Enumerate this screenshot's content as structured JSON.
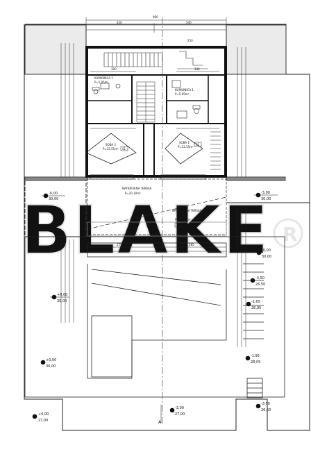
{
  "dimensions": {
    "top_total": "960",
    "top_sub1": "420",
    "top_sub2": "540",
    "stair_width": "250",
    "left_mid": "300",
    "right_mid": "340",
    "lower_left": "275",
    "lower_right": "285"
  },
  "rooms": {
    "bathroom_left": "KUPAONICA 1",
    "bathroom_right": "KUPAONICA 1",
    "room_left": "SOBA 2",
    "room_right": "SOBA 1",
    "room_area": "P=12,55m²",
    "bath_area": "P=5,05m²",
    "room_tag": "S1",
    "terrace_left": "NATKRIVENA TERASA",
    "terrace_right": "NATKRIVENA TERASA",
    "terrace_area": "P=20,10m²",
    "terrace_tag": "T1"
  },
  "elevations": {
    "e1_top": "-0,00",
    "e1_bottom": "30,00",
    "e2_top": "+0,00",
    "e2_bottom": "30,00",
    "e3_top": "+0,00",
    "e3_bottom": "30,00",
    "e4_top": "+0,00",
    "e4_bottom": "27,00",
    "e5_top": "-3,00",
    "e5_bottom": "27,00",
    "e6_top": "-3,00",
    "e6_bottom": "30,00",
    "e7_top": "-0,00",
    "e7_bottom": "30,00",
    "e8_top": "-3,50",
    "e8_bottom": "26,50",
    "e9_top": "-1,95",
    "e9_bottom": "28,05",
    "e10_top": "-1,05",
    "e10_bottom": "28,95",
    "e11_top": "-3,50",
    "e11_bottom": "26,50"
  },
  "section_mark": "A",
  "watermark": "BLAKE",
  "watermark_icon": "registered-icon"
}
